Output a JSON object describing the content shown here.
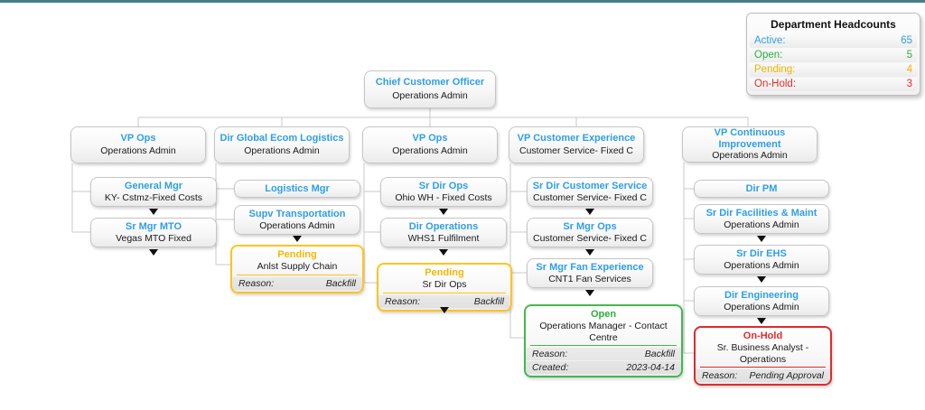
{
  "colors": {
    "active_blue": "#2F9FE5",
    "open_green": "#2BAF3C",
    "pending_gold": "#EFB400",
    "onhold_red": "#E02B2B",
    "top_bar_teal": "#477E87",
    "connector_gray": "#C9C9C9"
  },
  "legend": {
    "title": "Department Headcounts",
    "rows": [
      {
        "label": "Active:",
        "value": "65"
      },
      {
        "label": "Open:",
        "value": "5"
      },
      {
        "label": "Pending:",
        "value": "4"
      },
      {
        "label": "On-Hold:",
        "value": "3"
      }
    ]
  },
  "nodes": {
    "cco": {
      "title": "Chief Customer Officer",
      "subtitle": "Operations Admin"
    },
    "vp_ops_1": {
      "title": "VP Ops",
      "subtitle": "Operations Admin"
    },
    "general_mgr": {
      "title": "General Mgr",
      "subtitle": "KY- Cstmz-Fixed Costs"
    },
    "sr_mgr_mto": {
      "title": "Sr Mgr MTO",
      "subtitle": "Vegas MTO Fixed"
    },
    "dir_global_ecom": {
      "title": "Dir Global Ecom Logistics",
      "subtitle": "Operations Admin"
    },
    "logistics_mgr": {
      "title": "Logistics Mgr"
    },
    "supv_transportation": {
      "title": "Supv Transportation",
      "subtitle": "Operations Admin"
    },
    "pending_anlst": {
      "status": "Pending",
      "title": "Anlst Supply Chain",
      "reason_label": "Reason:",
      "reason": "Backfill"
    },
    "vp_ops_2": {
      "title": "VP Ops",
      "subtitle": "Operations Admin"
    },
    "sr_dir_ops": {
      "title": "Sr Dir Ops",
      "subtitle": "Ohio WH - Fixed Costs"
    },
    "dir_operations": {
      "title": "Dir Operations",
      "subtitle": "WHS1 Fulfilment"
    },
    "pending_sr_dir": {
      "status": "Pending",
      "title": "Sr Dir Ops",
      "reason_label": "Reason:",
      "reason": "Backfill"
    },
    "vp_cx": {
      "title": "VP Customer Experience",
      "subtitle": "Customer Service- Fixed C"
    },
    "sr_dir_cs": {
      "title": "Sr Dir Customer Service",
      "subtitle": "Customer Service- Fixed C"
    },
    "sr_mgr_ops": {
      "title": "Sr Mgr Ops",
      "subtitle": "Customer Service- Fixed C"
    },
    "sr_mgr_fan": {
      "title": "Sr Mgr Fan Experience",
      "subtitle": "CNT1 Fan Services"
    },
    "open_om": {
      "status": "Open",
      "title": "Operations Manager - Contact Centre",
      "reason_label": "Reason:",
      "reason": "Backfill",
      "created_label": "Created:",
      "created": "2023-04-14"
    },
    "vp_ci": {
      "title": "VP Continuous Improvement",
      "subtitle": "Operations Admin"
    },
    "dir_pm": {
      "title": "Dir PM"
    },
    "sr_dir_fac": {
      "title": "Sr Dir Facilities & Maint",
      "subtitle": "Operations Admin"
    },
    "sr_dir_ehs": {
      "title": "Sr Dir EHS",
      "subtitle": "Operations Admin"
    },
    "dir_eng": {
      "title": "Dir Engineering",
      "subtitle": "Operations Admin"
    },
    "onhold_ba": {
      "status": "On-Hold",
      "title": "Sr. Business Analyst - Operations",
      "reason_label": "Reason:",
      "reason": "Pending Approval"
    }
  }
}
